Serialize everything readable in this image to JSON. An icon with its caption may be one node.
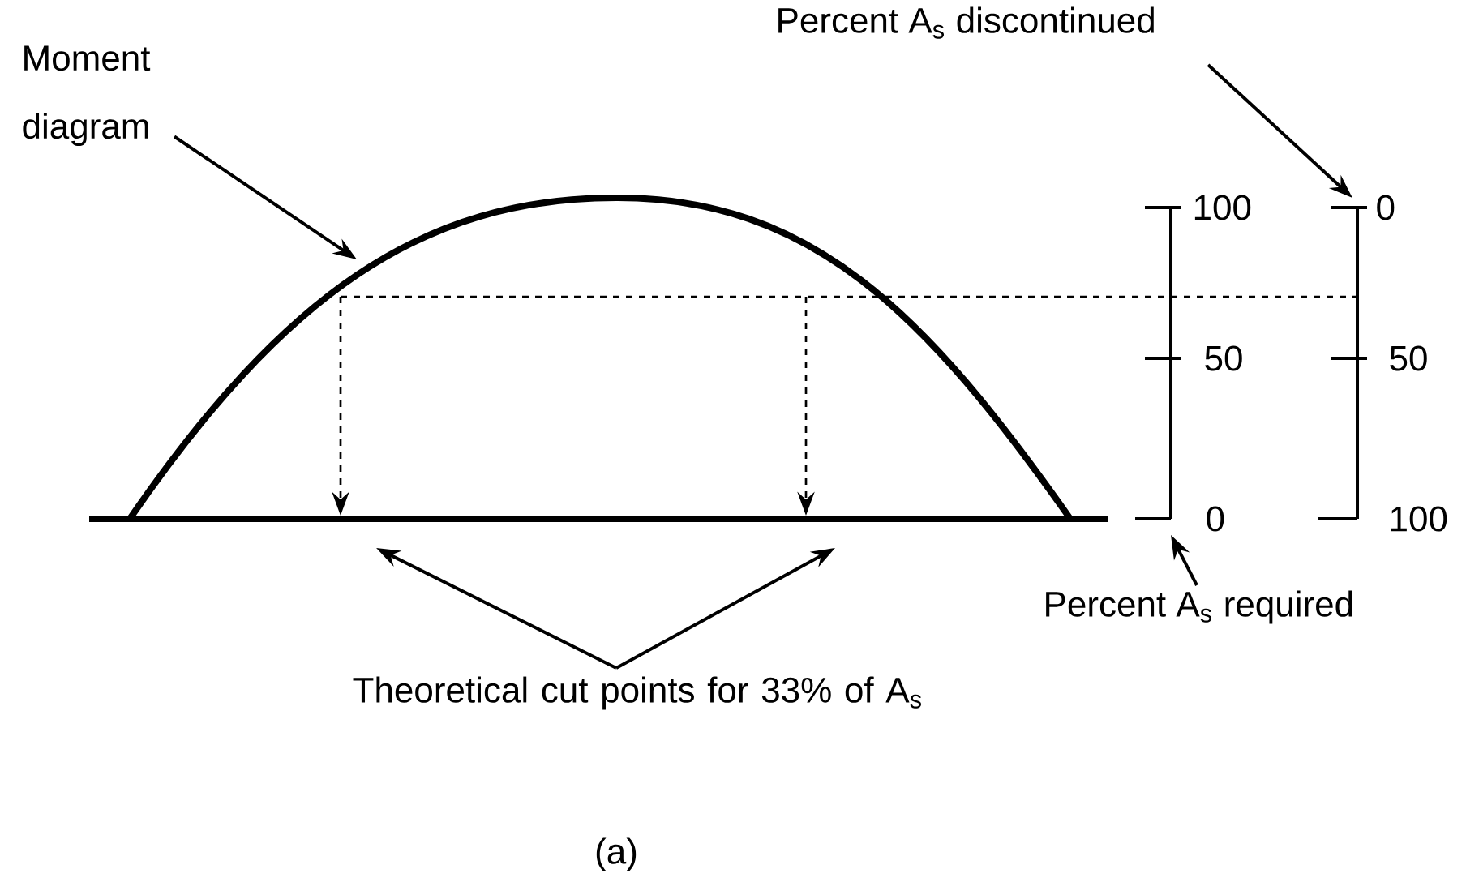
{
  "diagram": {
    "nodes": [
      {
        "text": [
          "Moment diagram"
        ]
      },
      {
        "text": [
          "Percent A$_{s}$ discontinued"
        ]
      },
      {
        "text": [],
        "shape": "curve"
      },
      {
        "text": [],
        "shape": "line",
        "beside": [
          "100",
          "50",
          "0"
        ]
      },
      {
        "text": [],
        "shape": "line",
        "beside": [
          "0",
          "50",
          "100"
        ]
      },
      {
        "text": [],
        "shape": "bar"
      },
      {
        "text": [
          "Percent A$_{s}$ required"
        ]
      },
      {
        "text": [
          "Theoretical cut points for 33% of A$_{s}$"
        ]
      }
    ],
    "edges": [
      {
        "from": 0,
        "to": 2,
        "arrow": "to"
      },
      {
        "from": 1,
        "to": 4,
        "arrow": "to"
      },
      {
        "from": 6,
        "to": 3,
        "arrow": "to"
      },
      {
        "from": 7,
        "to": 5,
        "arrow": "to"
      },
      {
        "from": 7,
        "to": 5,
        "arrow": "to"
      },
      {
        "from": 2,
        "to": 5,
        "arrow": "to",
        "style": "dashed"
      },
      {
        "from": 2,
        "to": 5,
        "arrow": "to",
        "style": "dashed"
      },
      {
        "from": 2,
        "to": 3,
        "arrow": "none",
        "style": "dashed"
      },
      {
        "from": 3,
        "to": 4,
        "arrow": "none",
        "style": "dashed"
      }
    ],
    "labels": [
      "(a)"
    ]
  }
}
